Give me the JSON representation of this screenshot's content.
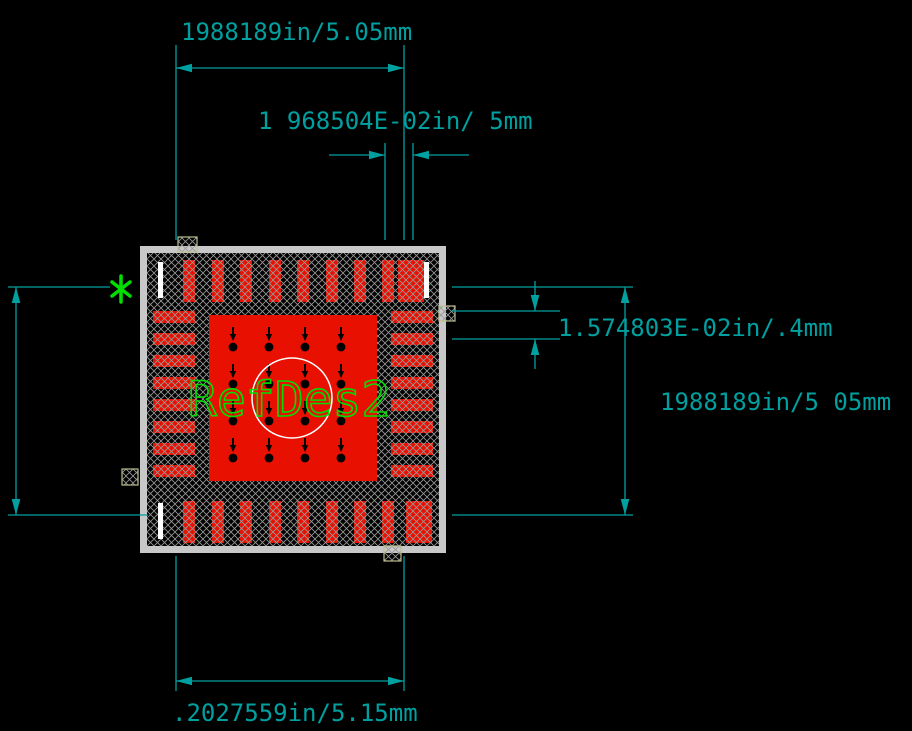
{
  "drawing": {
    "refdes": "RefDes2",
    "dimensions": {
      "top": "1988189in/5.05mm",
      "pad_pitch": "1 968504E-02in/ 5mm",
      "pad_width": "1.574803E-02in/.4mm",
      "right_vertical": "1988189in/5 05mm",
      "bottom": ".2027559in/5.15mm"
    }
  },
  "colors": {
    "background": "#000000",
    "dimension_teal": "#00A0A0",
    "pad_red": "#E81000",
    "outline_gray": "#C8C8C8",
    "hatch_gray": "#999999",
    "refdes_green": "#00E000",
    "tick_white": "#FFFFFF",
    "marker_olive": "#BDBD8F"
  }
}
